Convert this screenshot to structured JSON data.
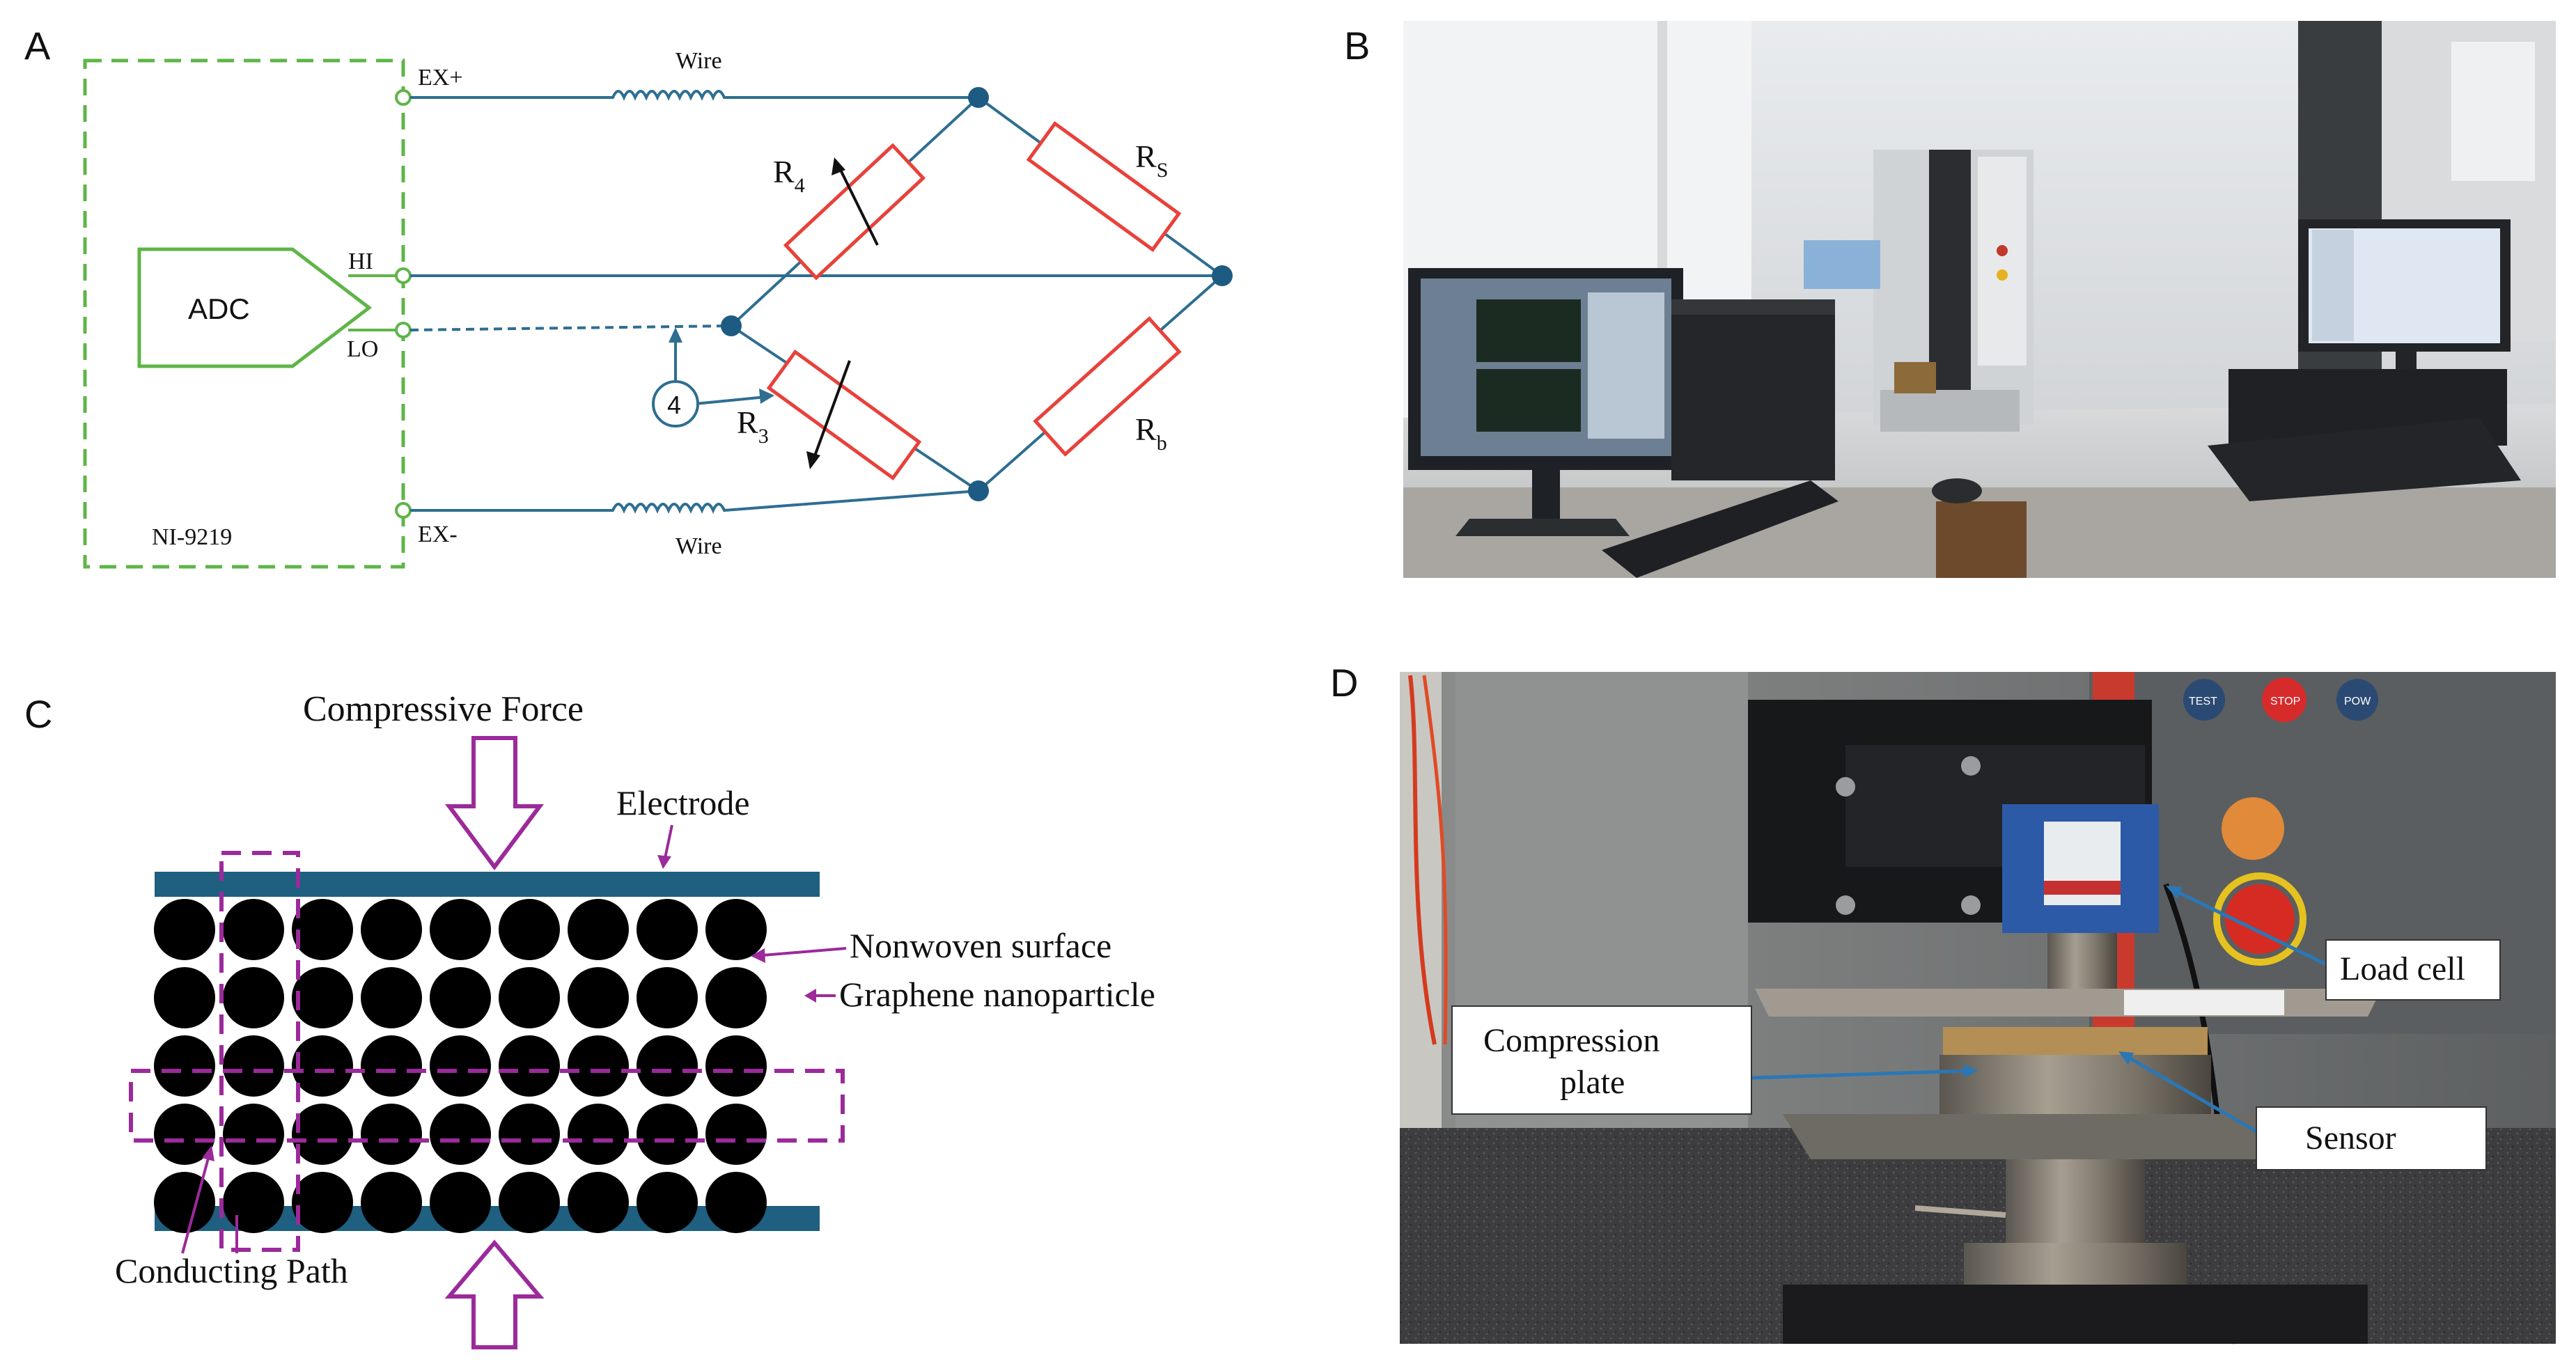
{
  "panels": {
    "a": {
      "letter": "A"
    },
    "b": {
      "letter": "B"
    },
    "c": {
      "letter": "C"
    },
    "d": {
      "letter": "D"
    }
  },
  "circuit": {
    "device": "NI-9219",
    "adc": "ADC",
    "terminals": {
      "ex_plus": "EX+",
      "hi": "HI",
      "lo": "LO",
      "ex_minus": "EX-"
    },
    "wire_top": "Wire",
    "wire_bottom": "Wire",
    "r4": {
      "main": "R",
      "sub": "4"
    },
    "r3": {
      "main": "R",
      "sub": "3"
    },
    "rs": {
      "main": "R",
      "sub": "S"
    },
    "rb": {
      "main": "R",
      "sub": "b"
    },
    "node_label": "4",
    "colors": {
      "enclosure": "#5fb548",
      "wire": "#2e6e91",
      "resistor": "#e8413b",
      "node": "#1d5b82"
    }
  },
  "sensor": {
    "force_label": "Compressive Force",
    "electrode_label": "Electrode",
    "nonwoven_label": "Nonwoven surface",
    "graphene_label": "Graphene nanoparticle",
    "path_label": "Conducting Path",
    "colors": {
      "electrode": "#1f5f80",
      "arrow": "#9b2a9b",
      "particle": "#000000"
    }
  },
  "photo_d": {
    "load_cell": "Load cell",
    "compression_plate": "Compression\nplate",
    "sensor": "Sensor",
    "buttons": [
      "TEST",
      "STOP",
      "POW"
    ]
  }
}
